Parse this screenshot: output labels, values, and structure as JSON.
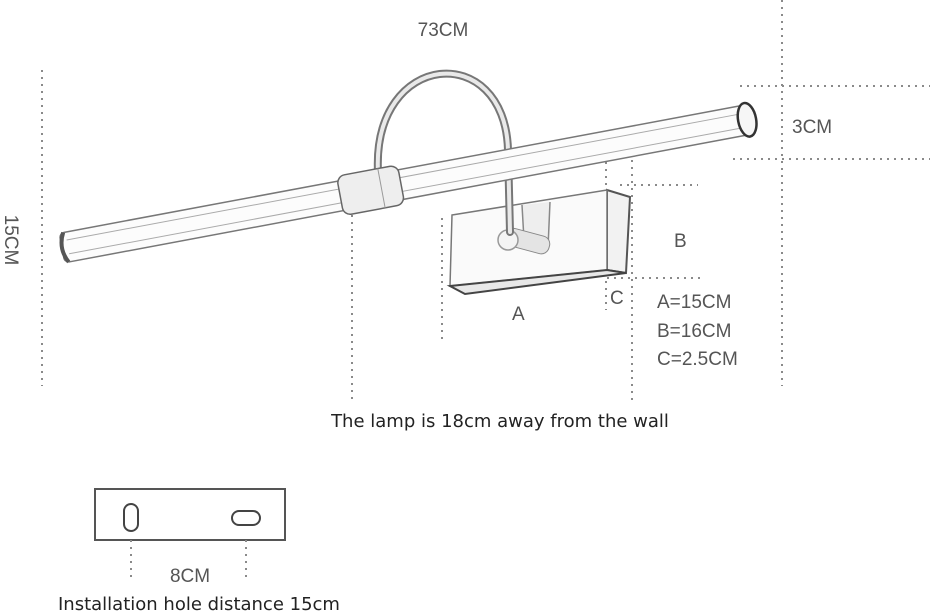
{
  "dimensions": {
    "length": "73CM",
    "height": "15CM",
    "tube_diameter": "3CM",
    "label_a": "A",
    "label_b": "B",
    "label_c": "C",
    "spec_a": "A=15CM",
    "spec_b": "B=16CM",
    "spec_c": "C=2.5CM"
  },
  "captions": {
    "wall_distance": "The lamp is 18cm away from the wall",
    "hole_spacing": "8CM",
    "installation": "Installation hole distance 15cm"
  }
}
